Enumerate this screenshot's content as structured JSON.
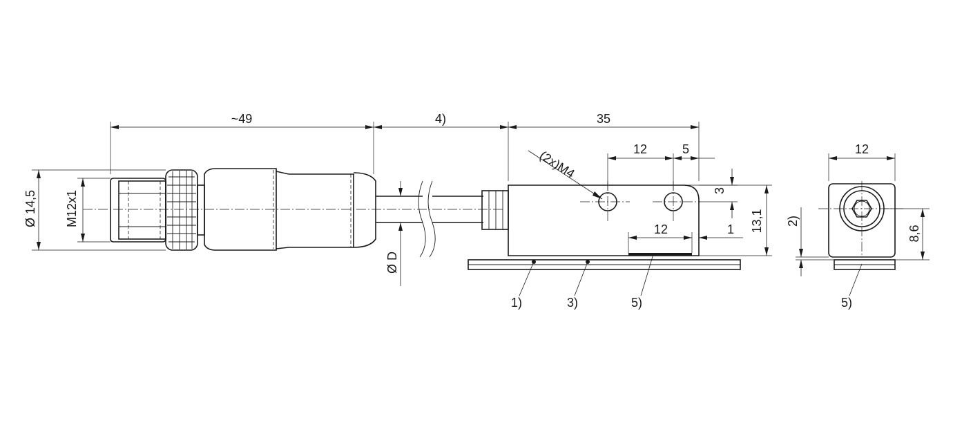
{
  "dimensions": {
    "connector_length": "~49",
    "cable_length": "4)",
    "sensor_length": "35",
    "hole_spacing": "12",
    "hole_edge_offset": "5",
    "thread_callout": "(2x)M4",
    "hole_height": "3",
    "sensor_height": "13,1",
    "bottom_offset": "1",
    "pad_length": "12",
    "diameter_connector": "Ø 14,5",
    "thread_size": "M12x1",
    "cable_diameter": "Ø D",
    "side_width": "12",
    "side_height": "8,6",
    "side_gap": "2)"
  },
  "callouts": {
    "note_1": "1)",
    "note_3": "3)",
    "note_5": "5)",
    "note_5_side": "5)"
  }
}
